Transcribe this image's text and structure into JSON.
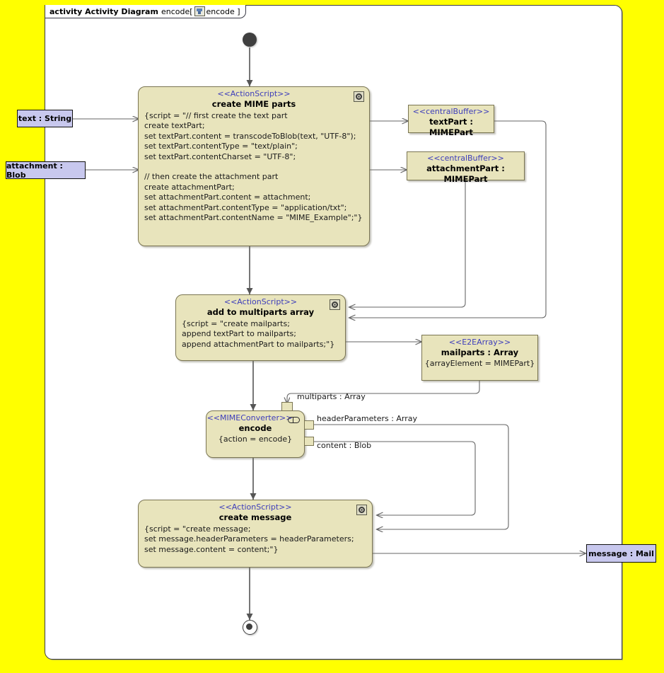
{
  "diagram": {
    "frame_label_keyword": "activity Activity Diagram",
    "frame_label_name": "encode[",
    "frame_label_tail": "encode ]",
    "frame_icon": "activity-diagram-icon",
    "background_color": "#ffff00",
    "frame_background": "#ffffff",
    "node_fill": "#e8e4bc",
    "node_border": "#7a7552",
    "param_fill": "#c8c8ee",
    "stereotype_color": "#3d3dbb",
    "edge_color": "#555555"
  },
  "nodes": {
    "initial": {
      "name": "initial-node"
    },
    "final": {
      "name": "activity-final-node"
    },
    "create_mime_parts": {
      "stereotype": "<<ActionScript>>",
      "name": "create MIME parts",
      "script": "{script = \"// first create the text part\ncreate textPart;\nset textPart.content = transcodeToBlob(text, \"UTF-8\");\nset textPart.contentType = \"text/plain\";\nset textPart.contentCharset = \"UTF-8\";\n\n// then create the attachment part\ncreate attachmentPart;\nset attachmentPart.content = attachment;\nset attachmentPart.contentType = \"application/txt\";\nset attachmentPart.contentName = \"MIME_Example\";\"}"
    },
    "add_to_multiparts": {
      "stereotype": "<<ActionScript>>",
      "name": "add to multiparts array",
      "script": "{script = \"create mailparts;\nappend textPart to mailparts;\nappend attachmentPart to mailparts;\"}"
    },
    "encode": {
      "stereotype": "<<MIMEConverter>>",
      "name": "encode",
      "body": "{action = encode}"
    },
    "create_message": {
      "stereotype": "<<ActionScript>>",
      "name": "create message",
      "script": "{script = \"create message;\nset message.headerParameters = headerParameters;\nset message.content = content;\"}"
    },
    "text_part_buffer": {
      "stereotype": "<<centralBuffer>>",
      "name": "textPart : MIMEPart"
    },
    "attachment_part_buffer": {
      "stereotype": "<<centralBuffer>>",
      "name": "attachmentPart : MIMEPart"
    },
    "mailparts_array": {
      "stereotype": "<<E2EArray>>",
      "name": "mailparts : Array",
      "body": "{arrayElement = MIMEPart}"
    }
  },
  "parameters": {
    "text_input": "text : String",
    "attachment_input": "attachment : Blob",
    "message_output": "message : Mail"
  },
  "pins": {
    "multiparts": "multiparts : Array",
    "header_parameters": "headerParameters : Array",
    "content": "content : Blob"
  }
}
